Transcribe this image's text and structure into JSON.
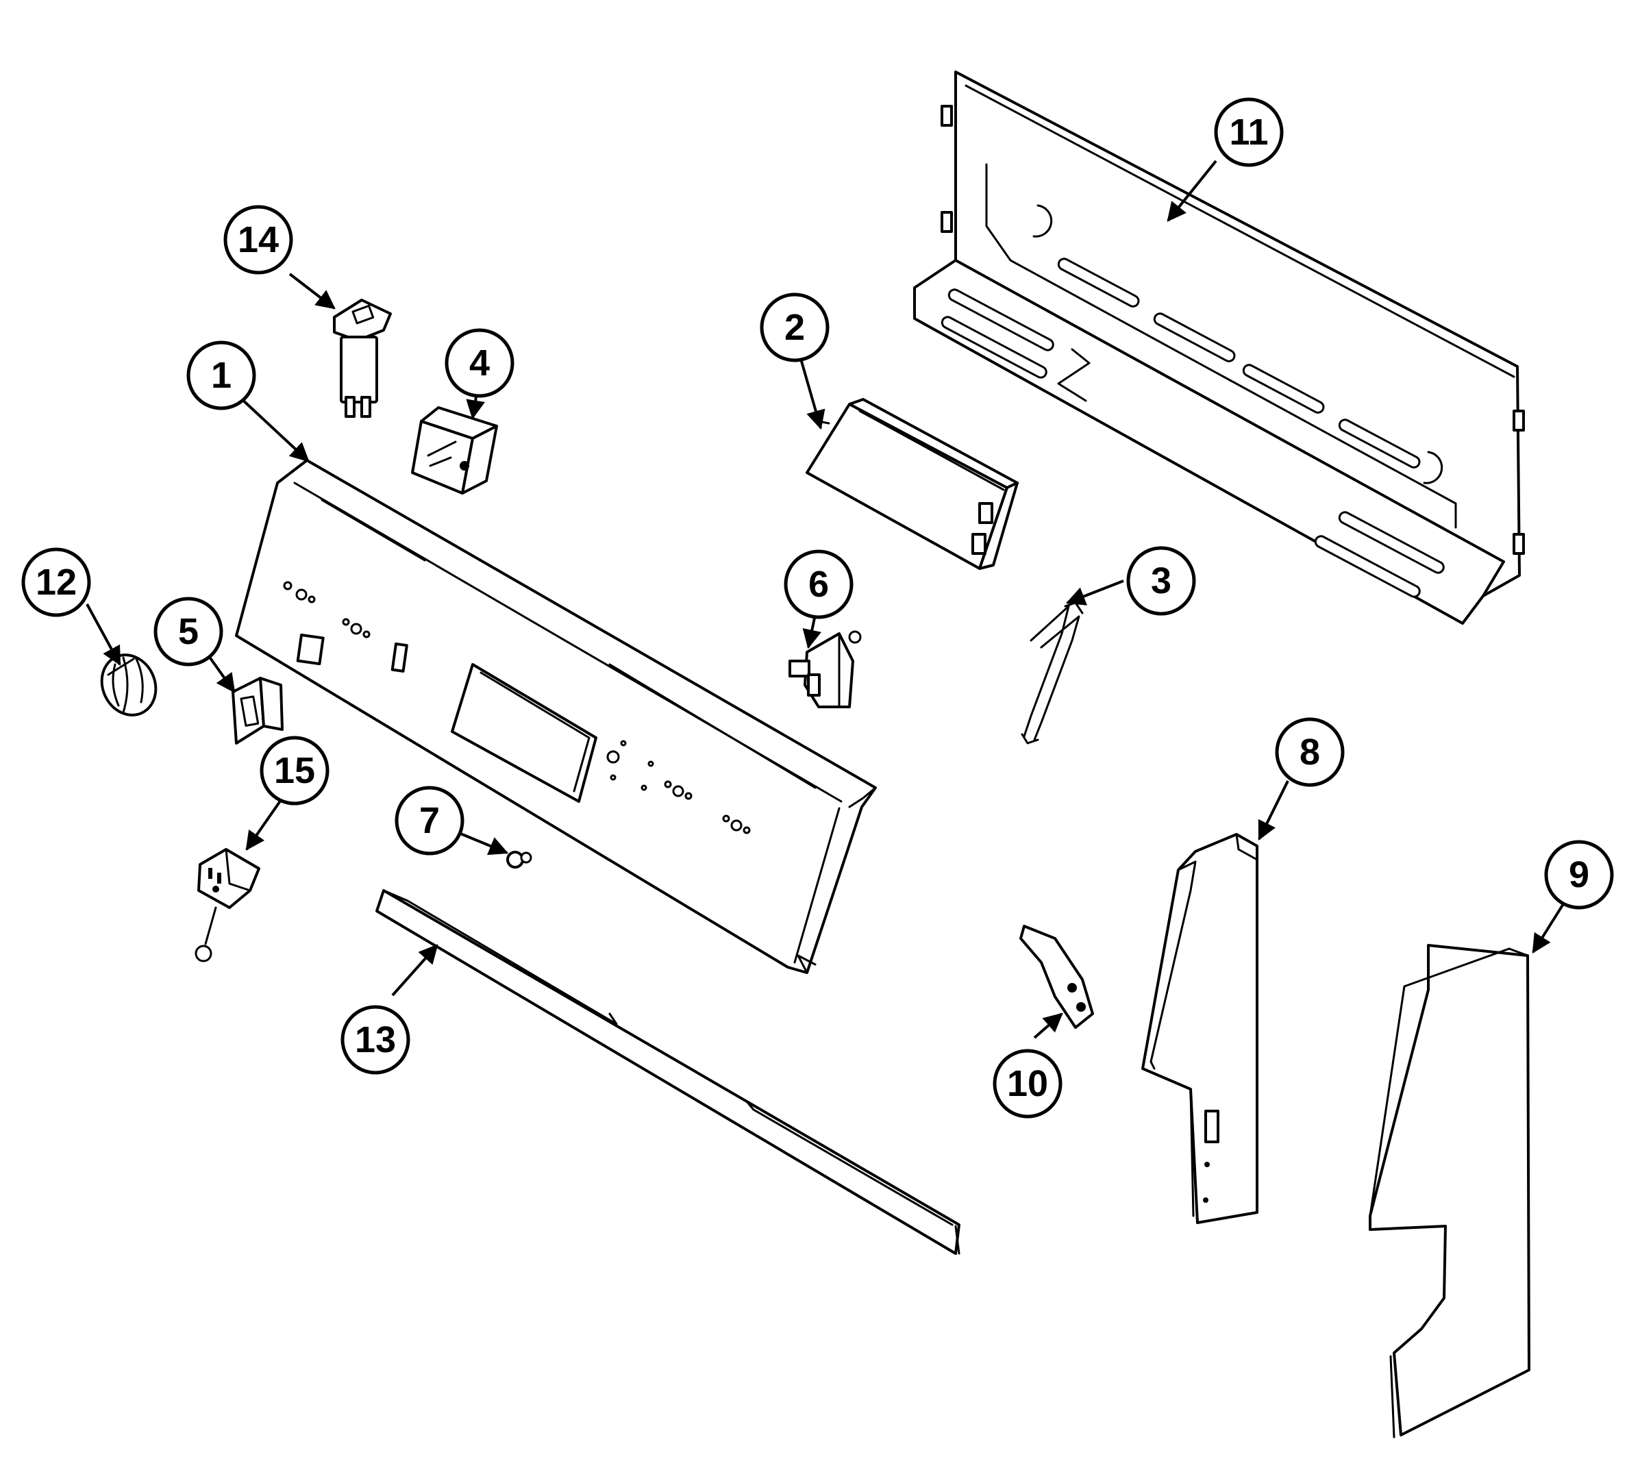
{
  "colors": {
    "line": "#000000",
    "background": "#ffffff"
  },
  "callouts": {
    "c1": "1",
    "c2": "2",
    "c3": "3",
    "c4": "4",
    "c5": "5",
    "c6": "6",
    "c7": "7",
    "c8": "8",
    "c9": "9",
    "c10": "10",
    "c11": "11",
    "c12": "12",
    "c13": "13",
    "c14": "14",
    "c15": "15"
  }
}
